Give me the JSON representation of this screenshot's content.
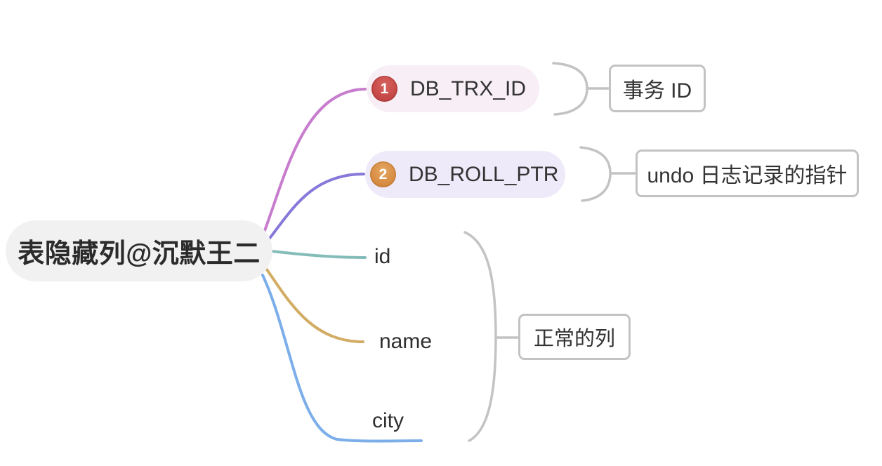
{
  "mindmap": {
    "root": {
      "label": "表隐藏列@沉默王二"
    },
    "branches": [
      {
        "badge": "1",
        "label": "DB_TRX_ID",
        "annotation": "事务 ID"
      },
      {
        "badge": "2",
        "label": "DB_ROLL_PTR",
        "annotation": "undo 日志记录的指针"
      },
      {
        "label": "id"
      },
      {
        "label": "name"
      },
      {
        "label": "city"
      }
    ],
    "group_annotation": "正常的列"
  },
  "colors": {
    "edge_trx": "#c77ccd",
    "edge_roll": "#8679d9",
    "edge_id": "#84bcba",
    "edge_name": "#d2ac63",
    "edge_city": "#7caee9",
    "brace_gray": "#c3c3c3",
    "root_bg": "#f1f1f2",
    "pill_trx_bg": "#f8eef5",
    "pill_roll_bg": "#eeeafa",
    "badge_red": "#c84a49",
    "badge_orange": "#d98f45",
    "text_dark": "#333333"
  }
}
